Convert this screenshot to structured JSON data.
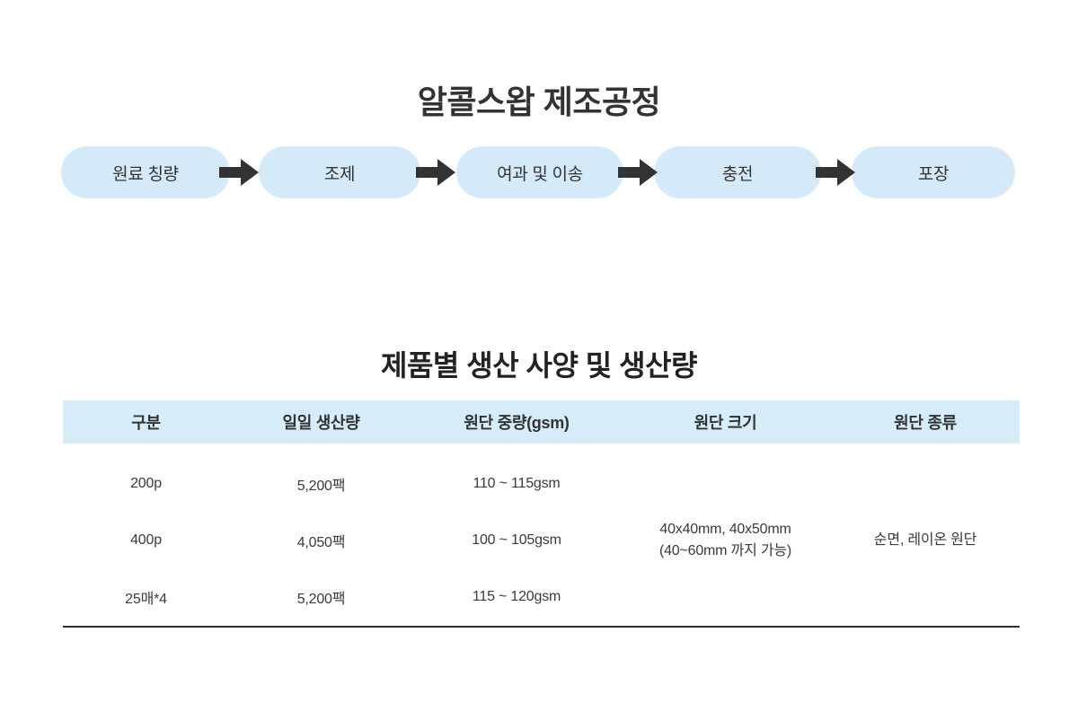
{
  "page": {
    "background_color": "#ffffff",
    "text_color": "#333333"
  },
  "process": {
    "title": "알콜스왑 제조공정",
    "pill_color": "#d4eaf8",
    "arrow_color": "#333333",
    "steps": [
      {
        "label": "원료 칭량"
      },
      {
        "label": "조제"
      },
      {
        "label": "여과 및 이송"
      },
      {
        "label": "충전"
      },
      {
        "label": "포장"
      }
    ],
    "arrow_icon": "arrow-right-icon"
  },
  "spec": {
    "title": "제품별 생산 사양 및 생산량",
    "header_bg_color": "#d6ecf9",
    "rule_color": "#2f2f2f",
    "columns": [
      "구분",
      "일일 생산량",
      "원단 중량(gsm)",
      "원단 크기",
      "원단 종류"
    ],
    "rows": [
      {
        "구분": "200p",
        "일일_생산량": "5,200팩",
        "원단_중량": "110 ~ 115gsm"
      },
      {
        "구분": "400p",
        "일일_생산량": "4,050팩",
        "원단_중량": "100 ~ 105gsm"
      },
      {
        "구분": "25매*4",
        "일일_생산량": "5,200팩",
        "원단_중량": "115 ~ 120gsm"
      }
    ],
    "merged": {
      "원단_크기": "40x40mm, 40x50mm\n(40~60mm 까지 가능)",
      "원단_종류": "순면, 레이온 원단"
    }
  }
}
